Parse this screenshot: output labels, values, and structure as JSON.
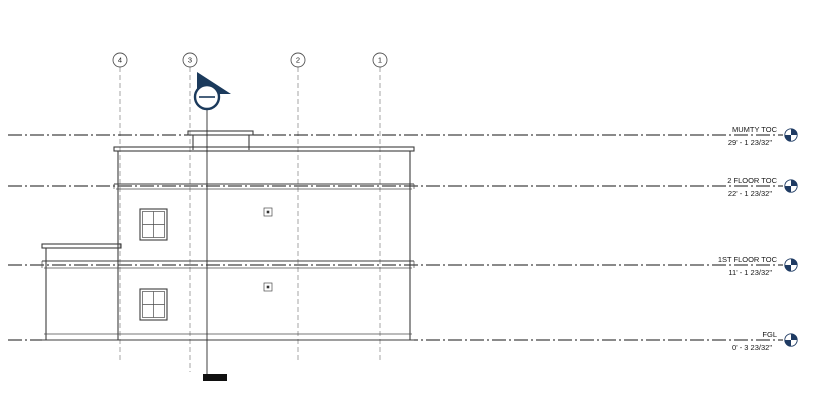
{
  "drawing": {
    "type": "building-elevation",
    "grids": [
      {
        "id": "4"
      },
      {
        "id": "3"
      },
      {
        "id": "2"
      },
      {
        "id": "1"
      }
    ],
    "levels": [
      {
        "name": "MUMTY TOC",
        "elevation": "29' - 1 23/32\""
      },
      {
        "name": "2 FLOOR TOC",
        "elevation": "22' - 1 23/32\""
      },
      {
        "name": "1ST FLOOR TOC",
        "elevation": "11' - 1 23/32\""
      },
      {
        "name": "FGL",
        "elevation": "0' - 3 23/32\""
      }
    ],
    "colors": {
      "marker_blue": "#1f3b63",
      "line_black": "#141414",
      "wall_gray": "#3c3c3c"
    }
  }
}
